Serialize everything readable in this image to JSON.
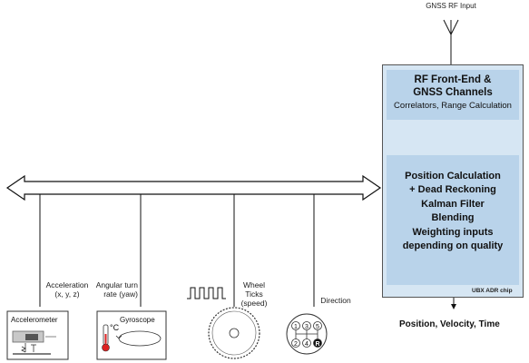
{
  "antenna_label": "GNSS RF Input",
  "chip": {
    "tag": "UBX ADR chip",
    "front_end": {
      "title_lines": [
        "RF Front-End &",
        "GNSS Channels"
      ],
      "subtitle": "Correlators, Range Calculation"
    },
    "processing_lines": [
      "Position Calculation",
      "+ Dead Reckoning",
      "Kalman Filter",
      "Blending",
      "Weighting inputs",
      "depending on quality"
    ]
  },
  "output_label": "Position, Velocity, Time",
  "sensors": [
    {
      "signal": "Acceleration\n(x, y, z)",
      "name": "Accelerometer"
    },
    {
      "signal": "Angular turn\nrate (yaw)",
      "name": "Gyroscope"
    },
    {
      "signal": "Wheel\nTicks\n(speed)",
      "name": ""
    },
    {
      "signal": "Direction",
      "name": ""
    }
  ],
  "gyro_unit": "°C",
  "gear_labels": [
    "1",
    "3",
    "5",
    "2",
    "4",
    "R"
  ]
}
